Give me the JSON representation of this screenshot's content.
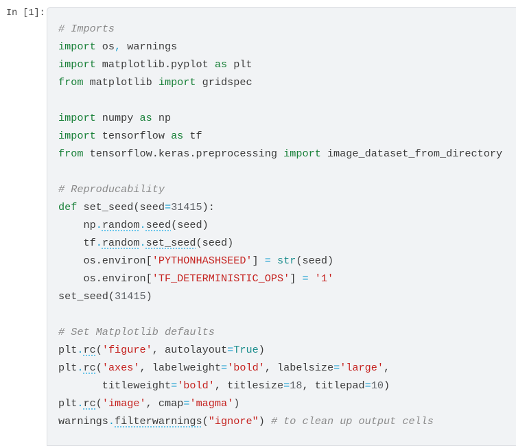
{
  "prompt": "In [1]:",
  "code_lines": [
    [
      [
        "c",
        "# Imports"
      ]
    ],
    [
      [
        "k",
        "import"
      ],
      [
        "t",
        " os"
      ],
      [
        "o",
        ","
      ],
      [
        "t",
        " warnings"
      ]
    ],
    [
      [
        "k",
        "import"
      ],
      [
        "t",
        " matplotlib.pyplot "
      ],
      [
        "k",
        "as"
      ],
      [
        "t",
        " plt"
      ]
    ],
    [
      [
        "k",
        "from"
      ],
      [
        "t",
        " matplotlib "
      ],
      [
        "k",
        "import"
      ],
      [
        "t",
        " gridspec"
      ]
    ],
    [],
    [
      [
        "k",
        "import"
      ],
      [
        "t",
        " numpy "
      ],
      [
        "k",
        "as"
      ],
      [
        "t",
        " np"
      ]
    ],
    [
      [
        "k",
        "import"
      ],
      [
        "t",
        " tensorflow "
      ],
      [
        "k",
        "as"
      ],
      [
        "t",
        " tf"
      ]
    ],
    [
      [
        "k",
        "from"
      ],
      [
        "t",
        " tensorflow.keras.preprocessing "
      ],
      [
        "k",
        "import"
      ],
      [
        "t",
        " image_dataset_from_directory"
      ]
    ],
    [],
    [
      [
        "c",
        "# Reproducability"
      ]
    ],
    [
      [
        "k",
        "def"
      ],
      [
        "t",
        " set_seed(seed"
      ],
      [
        "o",
        "="
      ],
      [
        "n",
        "31415"
      ],
      [
        "t",
        "):"
      ]
    ],
    [
      [
        "t",
        "    np"
      ],
      [
        "o",
        "."
      ],
      [
        "u",
        "random"
      ],
      [
        "o",
        "."
      ],
      [
        "u",
        "seed"
      ],
      [
        "t",
        "(seed)"
      ]
    ],
    [
      [
        "t",
        "    tf"
      ],
      [
        "o",
        "."
      ],
      [
        "u",
        "random"
      ],
      [
        "o",
        "."
      ],
      [
        "u",
        "set_seed"
      ],
      [
        "t",
        "(seed)"
      ]
    ],
    [
      [
        "t",
        "    os.environ["
      ],
      [
        "s",
        "'PYTHONHASHSEED'"
      ],
      [
        "t",
        "] "
      ],
      [
        "o",
        "="
      ],
      [
        "t",
        " "
      ],
      [
        "b",
        "str"
      ],
      [
        "t",
        "(seed)"
      ]
    ],
    [
      [
        "t",
        "    os.environ["
      ],
      [
        "s",
        "'TF_DETERMINISTIC_OPS'"
      ],
      [
        "t",
        "] "
      ],
      [
        "o",
        "="
      ],
      [
        "t",
        " "
      ],
      [
        "s",
        "'1'"
      ]
    ],
    [
      [
        "t",
        "set_seed("
      ],
      [
        "n",
        "31415"
      ],
      [
        "t",
        ")"
      ]
    ],
    [],
    [
      [
        "c",
        "# Set Matplotlib defaults"
      ]
    ],
    [
      [
        "t",
        "plt"
      ],
      [
        "o",
        "."
      ],
      [
        "u",
        "rc"
      ],
      [
        "t",
        "("
      ],
      [
        "s",
        "'figure'"
      ],
      [
        "t",
        ", autolayout"
      ],
      [
        "o",
        "="
      ],
      [
        "b",
        "True"
      ],
      [
        "t",
        ")"
      ]
    ],
    [
      [
        "t",
        "plt"
      ],
      [
        "o",
        "."
      ],
      [
        "u",
        "rc"
      ],
      [
        "t",
        "("
      ],
      [
        "s",
        "'axes'"
      ],
      [
        "t",
        ", labelweight"
      ],
      [
        "o",
        "="
      ],
      [
        "s",
        "'bold'"
      ],
      [
        "t",
        ", labelsize"
      ],
      [
        "o",
        "="
      ],
      [
        "s",
        "'large'"
      ],
      [
        "t",
        ","
      ]
    ],
    [
      [
        "t",
        "       titleweight"
      ],
      [
        "o",
        "="
      ],
      [
        "s",
        "'bold'"
      ],
      [
        "t",
        ", titlesize"
      ],
      [
        "o",
        "="
      ],
      [
        "n",
        "18"
      ],
      [
        "t",
        ", titlepad"
      ],
      [
        "o",
        "="
      ],
      [
        "n",
        "10"
      ],
      [
        "t",
        ")"
      ]
    ],
    [
      [
        "t",
        "plt"
      ],
      [
        "o",
        "."
      ],
      [
        "u",
        "rc"
      ],
      [
        "t",
        "("
      ],
      [
        "s",
        "'image'"
      ],
      [
        "t",
        ", cmap"
      ],
      [
        "o",
        "="
      ],
      [
        "s",
        "'magma'"
      ],
      [
        "t",
        ")"
      ]
    ],
    [
      [
        "t",
        "warnings"
      ],
      [
        "o",
        "."
      ],
      [
        "u",
        "filterwarnings"
      ],
      [
        "t",
        "("
      ],
      [
        "s",
        "\"ignore\""
      ],
      [
        "t",
        ") "
      ],
      [
        "c",
        "# to clean up output cells"
      ]
    ]
  ]
}
